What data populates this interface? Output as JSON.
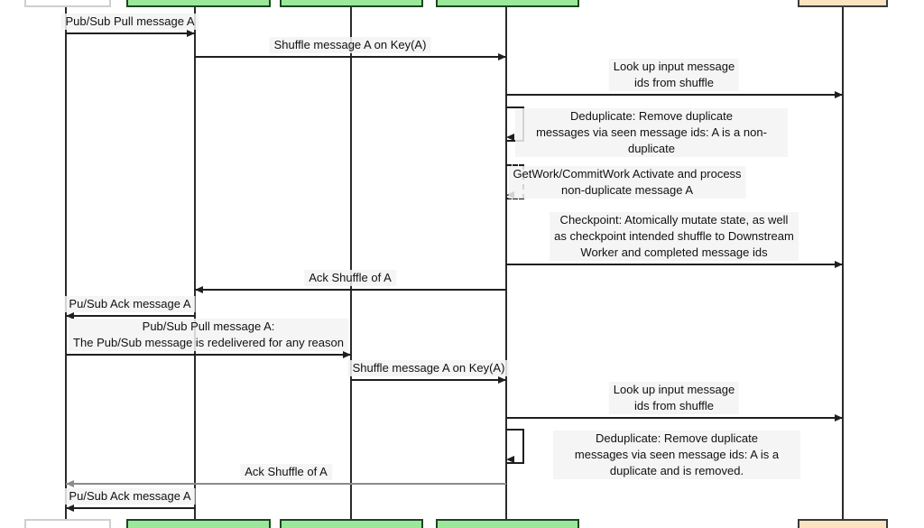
{
  "colors": {
    "participant_green_fill": "#9be89b",
    "participant_green_border": "#1b4721",
    "participant_white_fill": "#ffffff",
    "participant_white_border": "#cfcfcf",
    "participant_peach_fill": "#fbe3c2",
    "participant_peach_border": "#3a3a3a",
    "arrow_black": "#1f1f1f",
    "arrow_gray": "#8a8a8a",
    "label_background": "#f3f3f3"
  },
  "messages": [
    {
      "text": "Pub/Sub Pull message A",
      "type": "message",
      "direction": "right",
      "style": "solid"
    },
    {
      "text": "Shuffle message A on Key(A)",
      "type": "message",
      "direction": "right",
      "style": "solid"
    },
    {
      "text": "Look up input message\nids from shuffle",
      "type": "message",
      "direction": "right",
      "style": "solid"
    },
    {
      "text": "Deduplicate: Remove duplicate\nmessages via seen message ids: A is a non-duplicate",
      "type": "self-message",
      "style": "solid"
    },
    {
      "text": "GetWork/CommitWork Activate and process\nnon-duplicate message A",
      "type": "self-message",
      "style": "dashed"
    },
    {
      "text": "Checkpoint: Atomically mutate state, as well\nas checkpoint intended shuffle to Downstream\nWorker and completed message ids",
      "type": "message",
      "direction": "right",
      "style": "solid"
    },
    {
      "text": "Ack Shuffle of A",
      "type": "message",
      "direction": "left",
      "style": "solid"
    },
    {
      "text": "Pu/Sub Ack message A",
      "type": "message",
      "direction": "left",
      "style": "solid"
    },
    {
      "text": "Pub/Sub Pull message A:\nThe Pub/Sub message is redelivered for any reason",
      "type": "message",
      "direction": "right",
      "style": "solid"
    },
    {
      "text": "Shuffle message A on Key(A)",
      "type": "message",
      "direction": "right",
      "style": "solid"
    },
    {
      "text": "Look up input message\nids from shuffle",
      "type": "message",
      "direction": "right",
      "style": "solid"
    },
    {
      "text": "Deduplicate: Remove duplicate\nmessages via seen message ids: A is a duplicate and is removed.",
      "type": "self-message",
      "style": "solid"
    },
    {
      "text": "Ack Shuffle of A",
      "type": "message",
      "direction": "left",
      "style": "gray"
    },
    {
      "text": "Pu/Sub Ack message A",
      "type": "message",
      "direction": "left",
      "style": "solid"
    }
  ]
}
